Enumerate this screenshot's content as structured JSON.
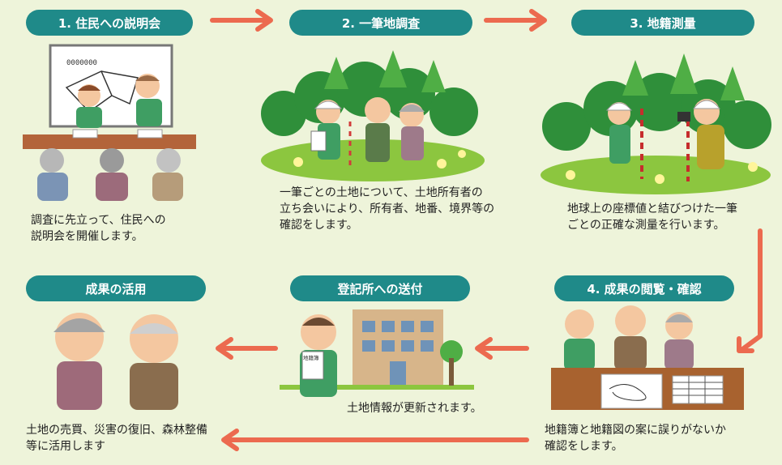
{
  "steps": {
    "s1": {
      "label": "1.  住民への説明会",
      "caption": "調査に先立って、住民への\n説明会を開催します。",
      "board_code": "0000000"
    },
    "s2": {
      "label": "2.  一筆地調査",
      "caption": "一筆ごとの土地について、土地所有者の\n立ち会いにより、所有者、地番、境界等の\n確認をします。"
    },
    "s3": {
      "label": "3.  地籍測量",
      "caption": "地球上の座標値と結びつけた一筆\nごとの正確な測量を行います。"
    },
    "s4": {
      "label": "4.  成果の閲覧・確認",
      "caption": "地籍簿と地籍図の案に誤りがないか\n確認をします。"
    },
    "s5": {
      "label": "登記所への送付",
      "caption": "土地情報が更新されます。",
      "doc_label": "地籍簿"
    },
    "s6": {
      "label": "成果の活用",
      "caption": "土地の売買、災害の復旧、森林整備\n等に活用します"
    }
  },
  "colors": {
    "pill": "#1f8a89",
    "arrow": "#ec6a4f",
    "background": "#eef4da",
    "uniform": "#3f9e63"
  }
}
